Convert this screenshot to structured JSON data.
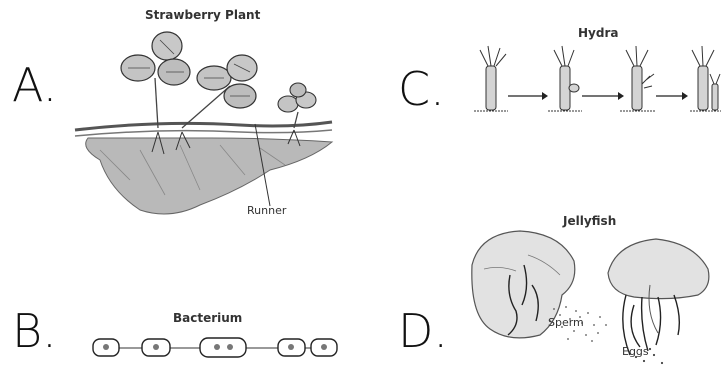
{
  "panels": {
    "a": {
      "letter": "A.",
      "title": "Strawberry Plant",
      "runner_label": "Runner"
    },
    "b": {
      "letter": "B.",
      "title": "Bacterium"
    },
    "c": {
      "letter": "C.",
      "title": "Hydra"
    },
    "d": {
      "letter": "D.",
      "title": "Jellyfish",
      "sperm_label": "Sperm",
      "eggs_label": "Eggs"
    }
  }
}
